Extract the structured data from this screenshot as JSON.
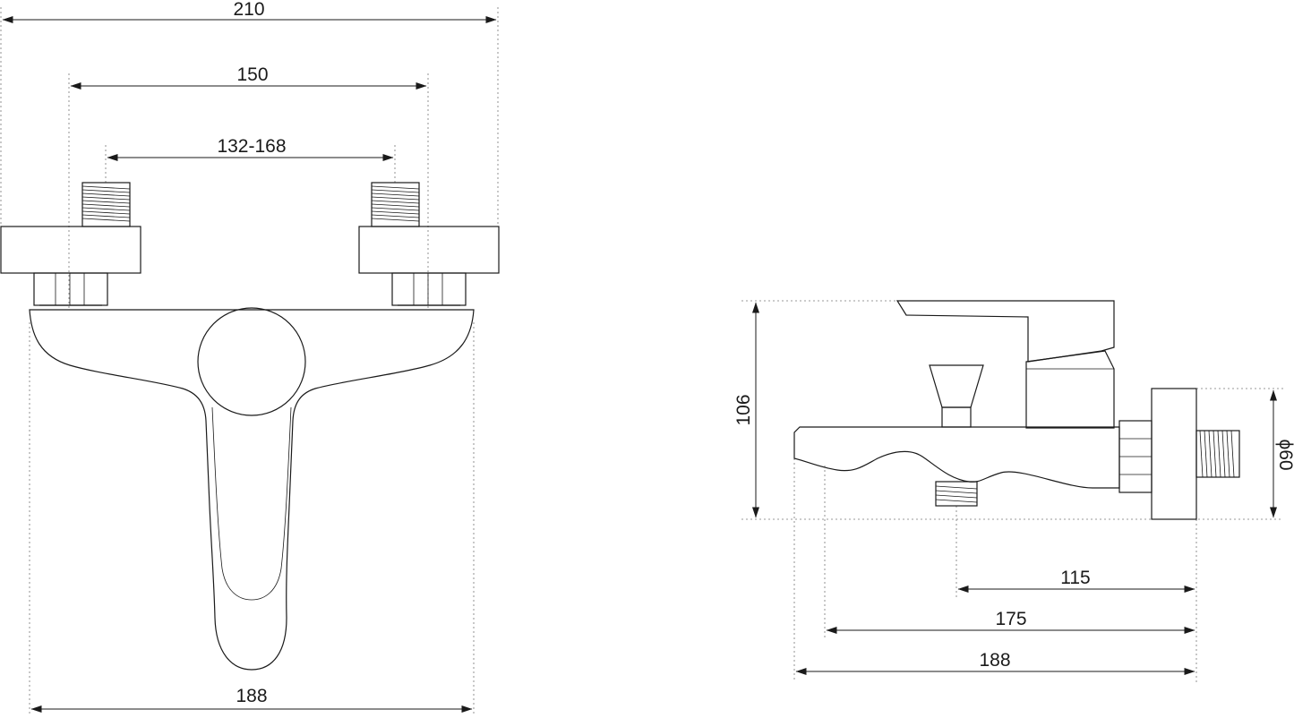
{
  "front_view": {
    "dim_overall_width": "210",
    "dim_inlet_spacing": "150",
    "dim_adjustable_range": "132-168",
    "dim_body_width": "188"
  },
  "side_view": {
    "dim_height": "106",
    "dim_flange_diameter": "ϕ60",
    "dim_spout_outlet": "115",
    "dim_spout_inner": "175",
    "dim_spout_overall": "188"
  }
}
